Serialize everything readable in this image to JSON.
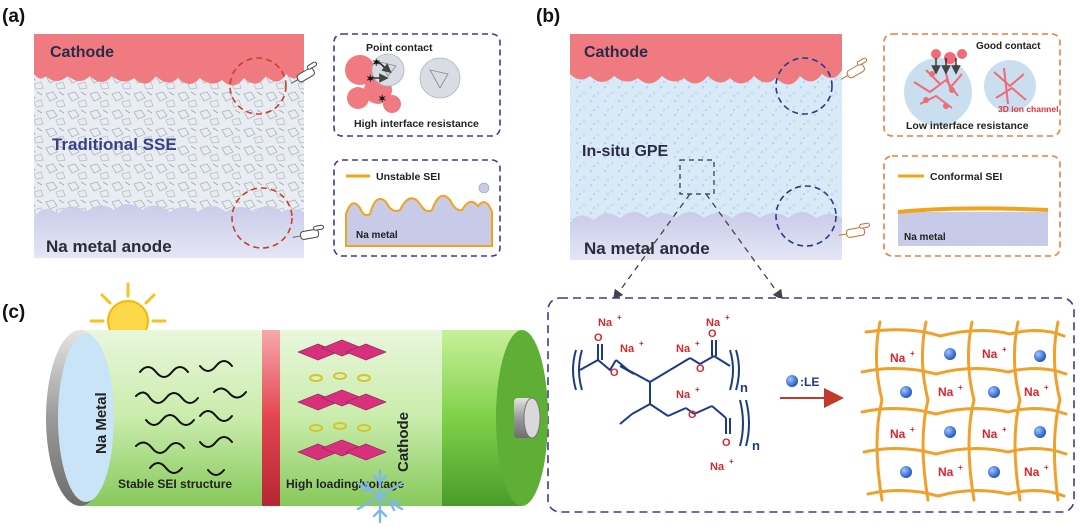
{
  "panel_a": {
    "tag": "(a)",
    "cathode": "Cathode",
    "electrolyte": "Traditional SSE",
    "anode": "Na metal anode",
    "inset_top": {
      "title": "Point contact",
      "caption": "High interface resistance"
    },
    "inset_bottom": {
      "title": "Unstable SEI",
      "metal": "Na metal"
    }
  },
  "panel_b": {
    "tag": "(b)",
    "cathode": "Cathode",
    "electrolyte": "In-situ GPE",
    "anode": "Na metal anode",
    "inset_top": {
      "title": "Good contact",
      "channel": "3D ion channel",
      "caption": "Low interface resistance"
    },
    "inset_bottom": {
      "title": "Conformal SEI",
      "metal": "Na metal"
    },
    "chemistry": {
      "na_ion": "Na",
      "charge": "+",
      "oxygen": "O",
      "repeat_n": "n",
      "legend": ":LE"
    }
  },
  "panel_c": {
    "tag": "(c)",
    "anode_label": "Na Metal",
    "cathode_label": "Cathode",
    "left_caption": "Stable SEI structure",
    "right_caption": "High loading/voltage"
  },
  "colors": {
    "cathode": "#ef7b80",
    "sse": "#e7ebef",
    "gpe": "#d4e8f6",
    "anode": "#c8cbe8",
    "inset_border_a": "#3c3d8f",
    "inset_border_b": "#ef7a3c",
    "polymer": "#1d3a8a",
    "na": "#d8262c",
    "mesh": "#f0a02c",
    "sei": "#f2a31a"
  }
}
